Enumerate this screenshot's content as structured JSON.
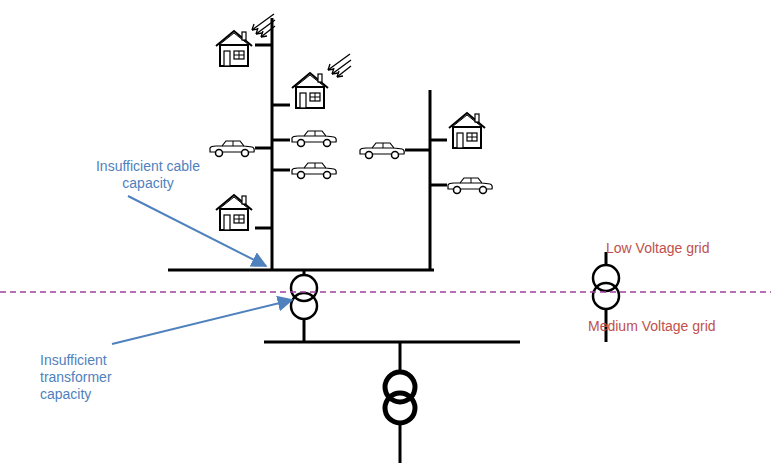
{
  "diagram": {
    "labels": [
      "Insufficient cable capacity",
      "Insufficient transformer capacity",
      "Low Voltage grid",
      "Medium Voltage grid"
    ]
  }
}
